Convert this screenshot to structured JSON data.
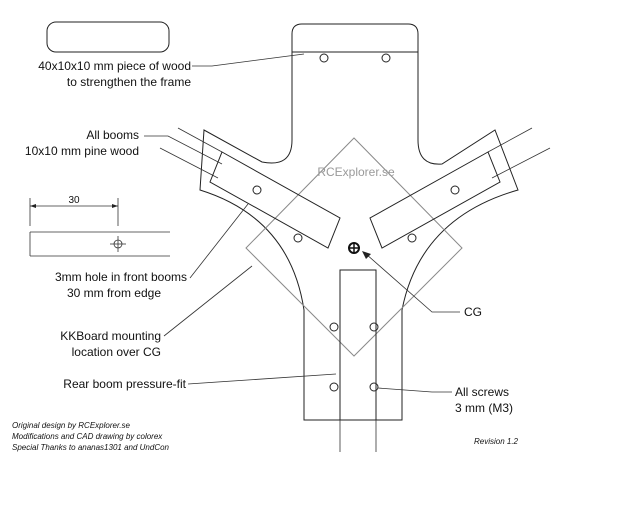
{
  "labels": {
    "wood_piece_line1": "40x10x10 mm piece of wood",
    "wood_piece_line2": "to strengthen the frame",
    "booms_line1": "All booms",
    "booms_line2": "10x10 mm pine wood",
    "dimension_value": "30",
    "hole_line1": "3mm hole in front booms",
    "hole_line2": "30 mm from edge",
    "kkboard_line1": "KKBoard mounting",
    "kkboard_line2": "location over CG",
    "rear_boom": "Rear boom pressure-fit",
    "cg": "CG",
    "screws_line1": "All screws",
    "screws_line2": "3 mm (M3)",
    "watermark": "RCExplorer.se"
  },
  "credits": {
    "line1": "Original design by RCExplorer.se",
    "line2": "Modifications and CAD drawing by colorex",
    "line3": "Special Thanks to ananas1301 and UndCon"
  },
  "revision": "Revision 1.2"
}
